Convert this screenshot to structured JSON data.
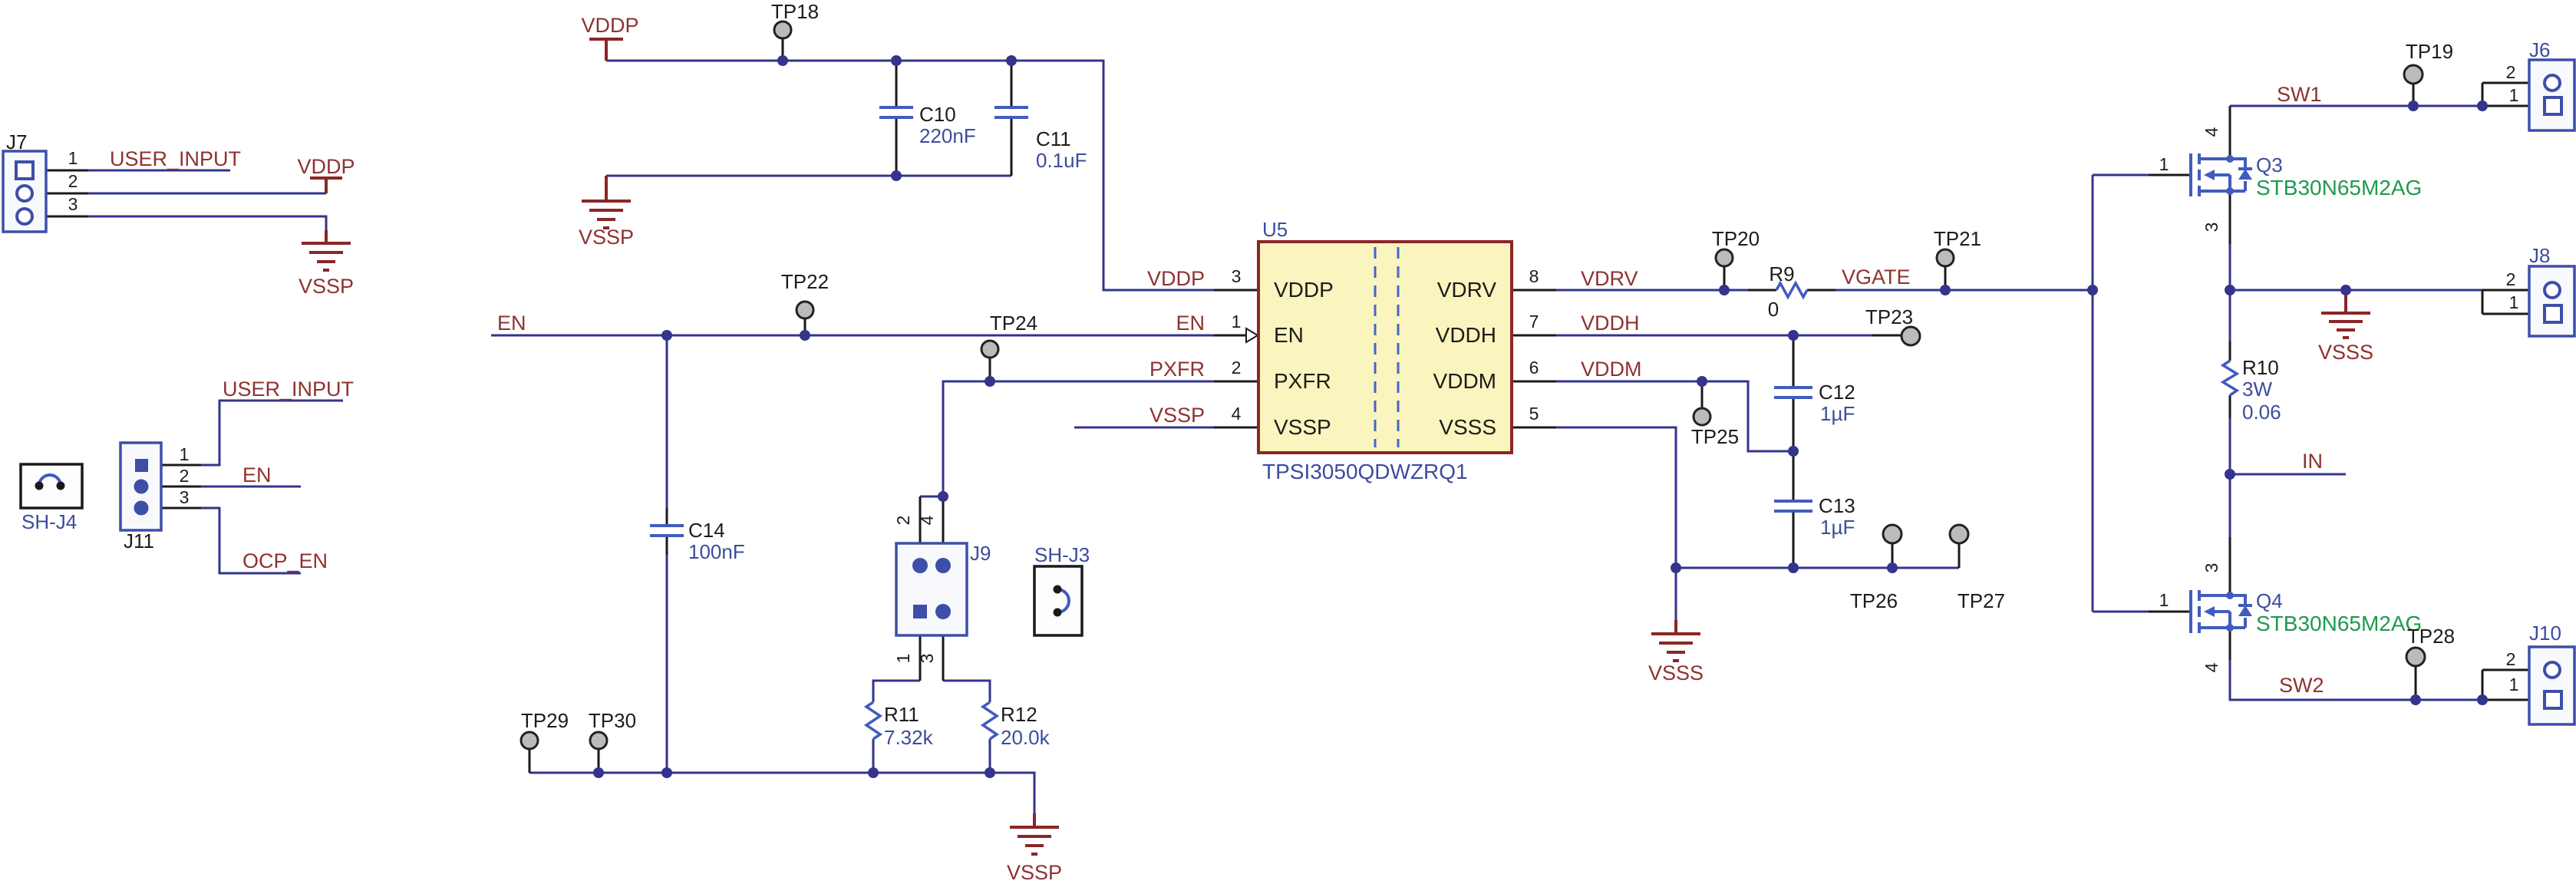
{
  "u5": {
    "ref": "U5",
    "part": "TPSI3050QDWZRQ1",
    "pins_left": [
      {
        "num": "3",
        "name": "VDDP"
      },
      {
        "num": "1",
        "name": "EN"
      },
      {
        "num": "2",
        "name": "PXFR"
      },
      {
        "num": "4",
        "name": "VSSP"
      }
    ],
    "pins_right": [
      {
        "num": "8",
        "name": "VDRV"
      },
      {
        "num": "7",
        "name": "VDDH"
      },
      {
        "num": "6",
        "name": "VDDM"
      },
      {
        "num": "5",
        "name": "VSSS"
      }
    ]
  },
  "nets": {
    "user_input_j7": "USER_INPUT",
    "vddp_j7": "VDDP",
    "vssp_j7": "VSSP",
    "user_input_j11": "USER_INPUT",
    "en_j11": "EN",
    "ocp_en_j11": "OCP_EN",
    "en_main": "EN",
    "vddp_top": "VDDP",
    "vssp_top": "VSSP",
    "vddp_u5": "VDDP",
    "en_u5": "EN",
    "pxfr_u5": "PXFR",
    "vssp_u5": "VSSP",
    "vdrv": "VDRV",
    "vddh": "VDDH",
    "vddm": "VDDM",
    "vgate": "VGATE",
    "sw1": "SW1",
    "sw2": "SW2",
    "in": "IN",
    "vsss_mid": "VSSS",
    "vsss_right": "VSSS",
    "vssp_bottom": "VSSP"
  },
  "components": {
    "c10": {
      "ref": "C10",
      "value": "220nF"
    },
    "c11": {
      "ref": "C11",
      "value": "0.1uF"
    },
    "c12": {
      "ref": "C12",
      "value": "1µF"
    },
    "c13": {
      "ref": "C13",
      "value": "1µF"
    },
    "c14": {
      "ref": "C14",
      "value": "100nF"
    },
    "r9": {
      "ref": "R9",
      "value": "0"
    },
    "r10": {
      "ref": "R10",
      "power": "3W",
      "value": "0.06"
    },
    "r11": {
      "ref": "R11",
      "value": "7.32k"
    },
    "r12": {
      "ref": "R12",
      "value": "20.0k"
    },
    "q3": {
      "ref": "Q3",
      "part": "STB30N65M2AG",
      "pin_gate": "1",
      "pin_drain": "4",
      "pin_source": "3"
    },
    "q4": {
      "ref": "Q4",
      "part": "STB30N65M2AG",
      "pin_gate": "1",
      "pin_drain": "3",
      "pin_source": "4"
    },
    "j6": {
      "ref": "J6",
      "pin1": "1",
      "pin2": "2"
    },
    "j7": {
      "ref": "J7",
      "pin1": "1",
      "pin2": "2",
      "pin3": "3"
    },
    "j8": {
      "ref": "J8",
      "pin1": "1",
      "pin2": "2"
    },
    "j9": {
      "ref": "J9",
      "pin1": "1",
      "pin2": "2",
      "pin3": "3",
      "pin4": "4"
    },
    "j10": {
      "ref": "J10",
      "pin1": "1",
      "pin2": "2"
    },
    "j11": {
      "ref": "J11",
      "pin1": "1",
      "pin2": "2",
      "pin3": "3"
    },
    "sh_j3": {
      "ref": "SH-J3"
    },
    "sh_j4": {
      "ref": "SH-J4"
    }
  },
  "test_points": {
    "tp18": "TP18",
    "tp19": "TP19",
    "tp20": "TP20",
    "tp21": "TP21",
    "tp22": "TP22",
    "tp23": "TP23",
    "tp24": "TP24",
    "tp25": "TP25",
    "tp26": "TP26",
    "tp27": "TP27",
    "tp28": "TP28",
    "tp29": "TP29",
    "tp30": "TP30"
  },
  "colors": {
    "wire": "#34348C",
    "symbol_blue": "#415CBE",
    "connector_blue": "#3D4FA8",
    "net_label_maroon": "#8E3231",
    "ground_maroon": "#8B2626",
    "ic_fill_yellow": "#FAF5BE",
    "ic_border": "#8B2626",
    "value_text_blue": "#3C4C9E",
    "mosfet_part_green": "#1F9A4E",
    "testpoint_gray": "#BBBBBB"
  }
}
